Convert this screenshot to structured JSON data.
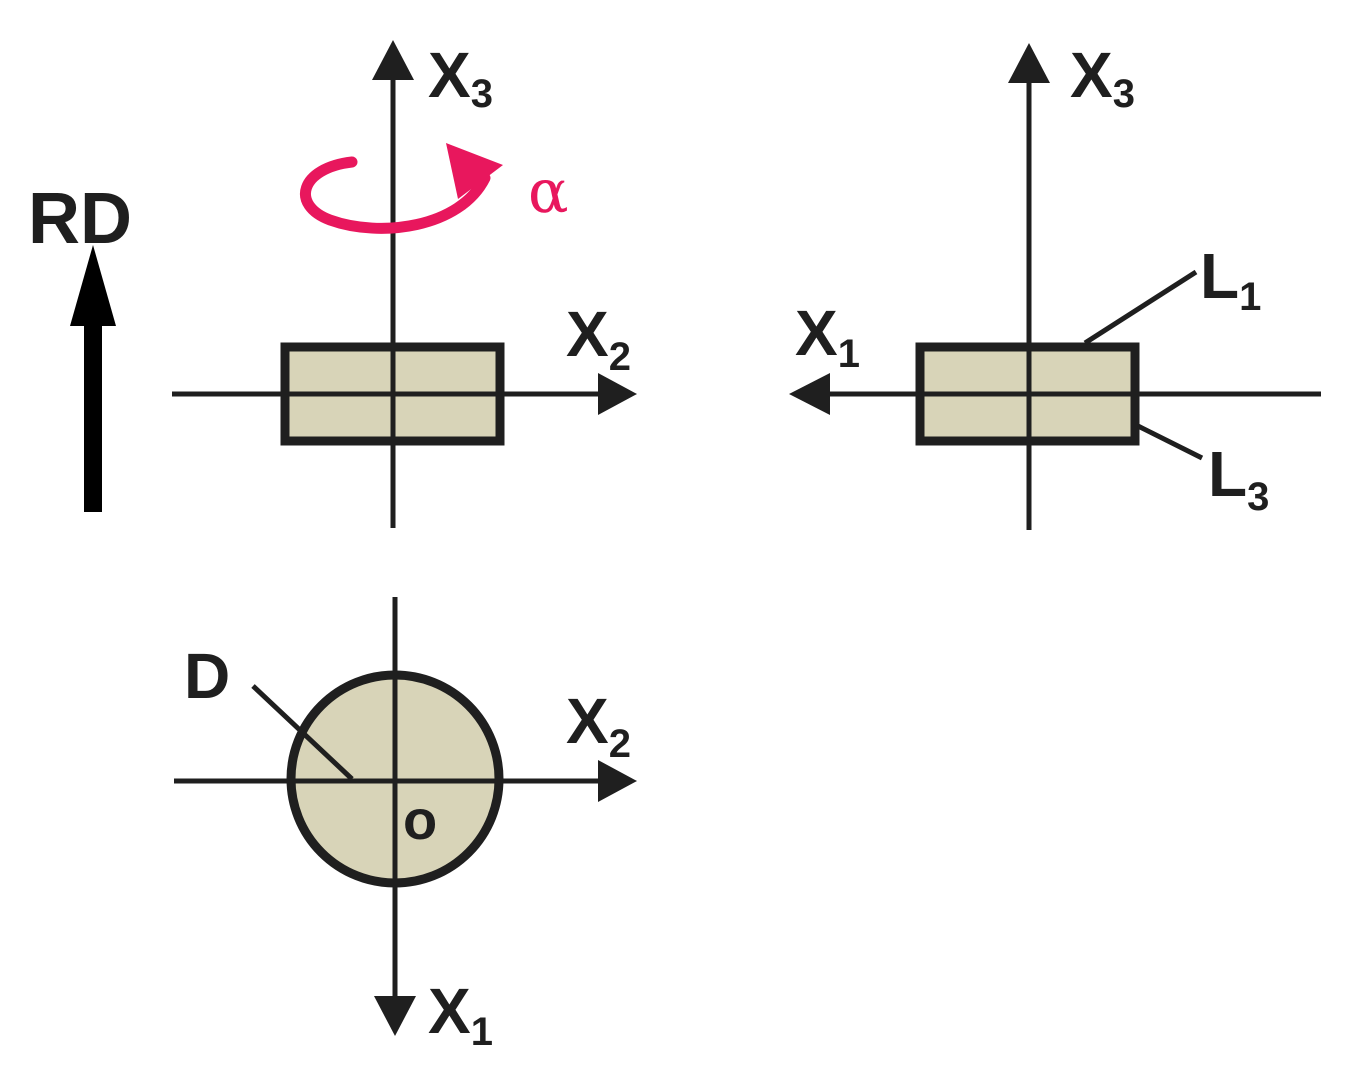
{
  "colors": {
    "ink": "#1f1f1f",
    "fill": "#d8d4b8",
    "accent": "#e8175d"
  },
  "labels": {
    "rd": "RD",
    "alpha": "α",
    "x3_main": "X",
    "x3_sub": "3",
    "x2_main": "X",
    "x2_sub": "2",
    "x1_main": "X",
    "x1_sub": "1",
    "l1_main": "L",
    "l1_sub": "1",
    "l3_main": "L",
    "l3_sub": "3",
    "d": "D",
    "o": "o"
  }
}
